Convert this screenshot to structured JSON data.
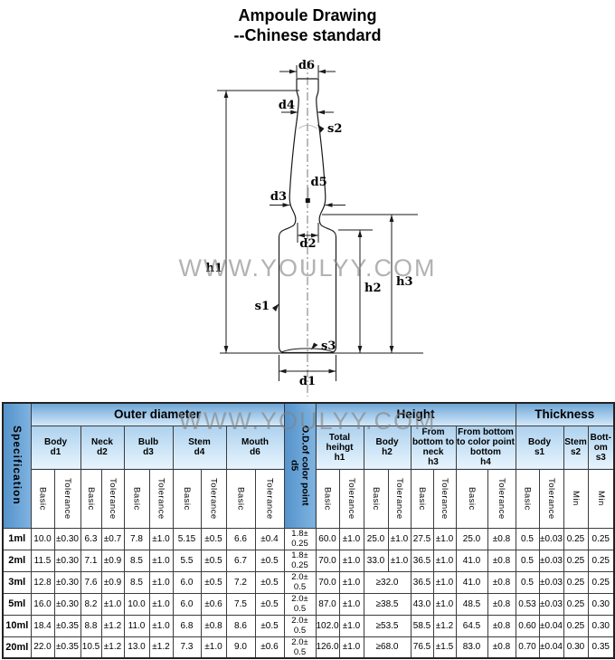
{
  "title": {
    "line1": "Ampoule Drawing",
    "line2": "--Chinese standard"
  },
  "watermark": "WWW.YOULYY.COM",
  "drawing": {
    "labels": {
      "d6": "d6",
      "d4": "d4",
      "s2": "s2",
      "d5": "d5",
      "d3": "d3",
      "d2": "d2",
      "h1": "h1",
      "h2": "h2",
      "h3": "h3",
      "s1": "s1",
      "s3": "s3",
      "d1": "d1"
    }
  },
  "table": {
    "spec_header": "Specification",
    "groups": {
      "outer": "Outer diameter",
      "height": "Height",
      "thickness": "Thickness"
    },
    "color_point": {
      "name": "O.D.of color point",
      "code": "d5"
    },
    "columns": {
      "d1": {
        "name": "Body",
        "code": "d1"
      },
      "d2": {
        "name": "Neck",
        "code": "d2"
      },
      "d3": {
        "name": "Bulb",
        "code": "d3"
      },
      "d4": {
        "name": "Stem",
        "code": "d4"
      },
      "d6": {
        "name": "Mouth",
        "code": "d6"
      },
      "h1": {
        "name": "Total heihgt",
        "code": "h1"
      },
      "h2": {
        "name": "Body",
        "code": "h2"
      },
      "h3": {
        "name": "From bottom to neck",
        "code": "h3"
      },
      "h4": {
        "name": "From bottom to color point bottom",
        "code": "h4"
      },
      "s1": {
        "name": "Body",
        "code": "s1"
      },
      "s2": {
        "name": "Stem",
        "code": "s2"
      },
      "s3": {
        "name": "Bott-om",
        "code": "s3"
      }
    },
    "sub": {
      "basic": "Basic",
      "tolerance": "Tolerance",
      "min": "Min"
    },
    "rows": [
      {
        "spec": "1ml",
        "d1b": "10.0",
        "d1t": "±0.30",
        "d2b": "6.3",
        "d2t": "±0.7",
        "d3b": "7.8",
        "d3t": "±1.0",
        "d4b": "5.15",
        "d4t": "±0.5",
        "d6b": "6.6",
        "d6t": "±0.4",
        "d5": "1.8±\n0.25",
        "h1b": "60.0",
        "h1t": "±1.0",
        "h2b": "25.0",
        "h2t": "±1.0",
        "h3b": "27.5",
        "h3t": "±1.0",
        "h4b": "25.0",
        "h4t": "±0.8",
        "s1b": "0.5",
        "s1t": "±0.03",
        "s2": "0.25",
        "s3": "0.25"
      },
      {
        "spec": "2ml",
        "d1b": "11.5",
        "d1t": "±0.30",
        "d2b": "7.1",
        "d2t": "±0.9",
        "d3b": "8.5",
        "d3t": "±1.0",
        "d4b": "5.5",
        "d4t": "±0.5",
        "d6b": "6.7",
        "d6t": "±0.5",
        "d5": "1.8±\n0.25",
        "h1b": "70.0",
        "h1t": "±1.0",
        "h2b": "33.0",
        "h2t": "±1.0",
        "h3b": "36.5",
        "h3t": "±1.0",
        "h4b": "41.0",
        "h4t": "±0.8",
        "s1b": "0.5",
        "s1t": "±0.03",
        "s2": "0.25",
        "s3": "0.25"
      },
      {
        "spec": "3ml",
        "d1b": "12.8",
        "d1t": "±0.30",
        "d2b": "7.6",
        "d2t": "±0.9",
        "d3b": "8.5",
        "d3t": "±1.0",
        "d4b": "6.0",
        "d4t": "±0.5",
        "d6b": "7.2",
        "d6t": "±0.5",
        "d5": "2.0±\n0.5",
        "h1b": "70.0",
        "h1t": "±1.0",
        "h2": "≥32.0",
        "h3b": "36.5",
        "h3t": "±1.0",
        "h4b": "41.0",
        "h4t": "±0.8",
        "s1b": "0.5",
        "s1t": "±0.03",
        "s2": "0.25",
        "s3": "0.25"
      },
      {
        "spec": "5ml",
        "d1b": "16.0",
        "d1t": "±0.30",
        "d2b": "8.2",
        "d2t": "±1.0",
        "d3b": "10.0",
        "d3t": "±1.0",
        "d4b": "6.0",
        "d4t": "±0.6",
        "d6b": "7.5",
        "d6t": "±0.5",
        "d5": "2.0±\n0.5",
        "h1b": "87.0",
        "h1t": "±1.0",
        "h2": "≥38.5",
        "h3b": "43.0",
        "h3t": "±1.0",
        "h4b": "48.5",
        "h4t": "±0.8",
        "s1b": "0.53",
        "s1t": "±0.03",
        "s2": "0.25",
        "s3": "0.30"
      },
      {
        "spec": "10ml",
        "d1b": "18.4",
        "d1t": "±0.35",
        "d2b": "8.8",
        "d2t": "±1.2",
        "d3b": "11.0",
        "d3t": "±1.0",
        "d4b": "6.8",
        "d4t": "±0.8",
        "d6b": "8.6",
        "d6t": "±0.5",
        "d5": "2.0±\n0.5",
        "h1b": "102.0",
        "h1t": "±1.0",
        "h2": "≥53.5",
        "h3b": "58.5",
        "h3t": "±1.2",
        "h4b": "64.5",
        "h4t": "±0.8",
        "s1b": "0.60",
        "s1t": "±0.04",
        "s2": "0.25",
        "s3": "0.30"
      },
      {
        "spec": "20ml",
        "d1b": "22.0",
        "d1t": "±0.35",
        "d2b": "10.5",
        "d2t": "±1.2",
        "d3b": "13.0",
        "d3t": "±1.2",
        "d4b": "7.3",
        "d4t": "±1.0",
        "d6b": "9.0",
        "d6t": "±0.6",
        "d5": "2.0±\n0.5",
        "h1b": "126.0",
        "h1t": "±1.0",
        "h2": "≥68.0",
        "h3b": "76.5",
        "h3t": "±1.5",
        "h4b": "83.0",
        "h4t": "±0.8",
        "s1b": "0.70",
        "s1t": "±0.04",
        "s2": "0.30",
        "s3": "0.35"
      }
    ]
  }
}
